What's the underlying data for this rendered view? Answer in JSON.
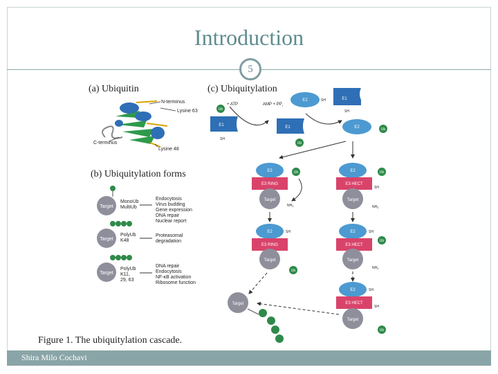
{
  "slide": {
    "title": "Introduction",
    "page_number": "5",
    "footer": "Shira Milo Cochavi",
    "caption": "Figure 1. The ubiquitylation cascade."
  },
  "panel_a": {
    "label": "(a) Ubiquitin",
    "n_terminus": "N-terminus",
    "lysine63": "Lysine 63",
    "c_terminus": "C-terminus",
    "lysine48": "Lysine 48"
  },
  "panel_b": {
    "label": "(b) Ubiquitylation forms",
    "target": "Target",
    "rows": [
      {
        "type": "MonoUb",
        "type2": "MultiUb",
        "functions": [
          "Endocytosis",
          "Virus budding",
          "Gene expression",
          "DNA repair",
          "Nuclear report"
        ]
      },
      {
        "type": "PolyUb",
        "type2": "K48",
        "functions": [
          "Proteasomal",
          "degradation"
        ]
      },
      {
        "type": "PolyUb",
        "type2": "K11,",
        "type3": "29, 63",
        "functions": [
          "DNA repair",
          "Endocytosis",
          "NF-κB activation",
          "Ribosome function"
        ]
      }
    ]
  },
  "panel_c": {
    "label": "(c) Ubiquitylation",
    "e1": "E1",
    "e2": "E2",
    "atp": "+ ATP",
    "amp": "AMP + PP",
    "amp_sub": "i",
    "sh": "SH",
    "ub": "Ub",
    "e3ring": "E3 RING",
    "e3hect": "E3 HECT",
    "target": "Target",
    "nh2": "NH",
    "nh2_sub": "2"
  },
  "colors": {
    "accent": "#5e8c8f",
    "e1": "#2f6fb5",
    "e2": "#4c9ad1",
    "e3": "#d9436a",
    "target": "#8f8f9c",
    "ub": "#2f8a4a"
  }
}
